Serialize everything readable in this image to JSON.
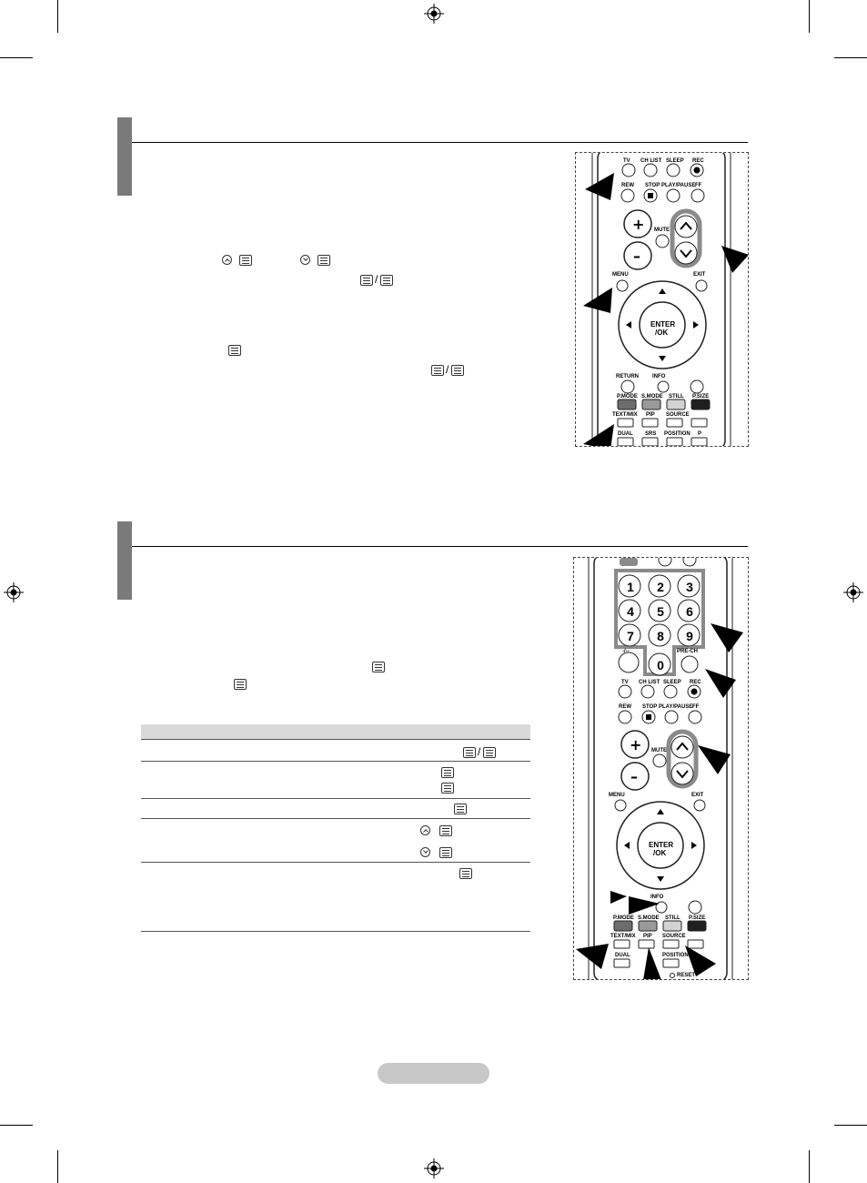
{
  "remote1": {
    "labels": {
      "tv": "TV",
      "ch_list": "CH LIST",
      "sleep": "SLEEP",
      "rec": "REC",
      "rew": "REW",
      "stop": "STOP",
      "play_pause": "PLAY/PAUSE",
      "ff": "FF",
      "mute": "MUTE",
      "menu": "MENU",
      "exit": "EXIT",
      "enter": "ENTER",
      "ok": "/OK",
      "return": "RETURN",
      "info": "INFO",
      "p_mode": "P.MODE",
      "s_mode": "S.MODE",
      "still": "STILL",
      "p_size": "P.SIZE",
      "text_mix": "TEXT/MIX",
      "pip": "PIP",
      "source": "SOURCE",
      "dual": "DUAL",
      "srs": "SRS",
      "position": "POSITION",
      "p": "P"
    }
  },
  "remote2": {
    "labels": {
      "n1": "1",
      "n2": "2",
      "n3": "3",
      "n4": "4",
      "n5": "5",
      "n6": "6",
      "n7": "7",
      "n8": "8",
      "n9": "9",
      "n0": "0",
      "dash": "-/--",
      "pre_ch": "PRE-CH",
      "tv": "TV",
      "ch_list": "CH LIST",
      "sleep": "SLEEP",
      "rec": "REC",
      "rew": "REW",
      "stop": "STOP",
      "play_pause": "PLAY/PAUSE",
      "ff": "FF",
      "mute": "MUTE",
      "menu": "MENU",
      "exit": "EXIT",
      "enter": "ENTER",
      "ok": "/OK",
      "info": "INFO",
      "p_mode": "P.MODE",
      "s_mode": "S.MODE",
      "still": "STILL",
      "p_size": "P.SIZE",
      "text_mix": "TEXT/MIX",
      "pip": "PIP",
      "source": "SOURCE",
      "dual": "DUAL",
      "position": "POSITION",
      "reset": "RESET"
    }
  },
  "colors": {
    "section_bar": "#7a7a7a",
    "page_pill": "#c8c8c8",
    "remote_gray": "#8a8a8a"
  }
}
